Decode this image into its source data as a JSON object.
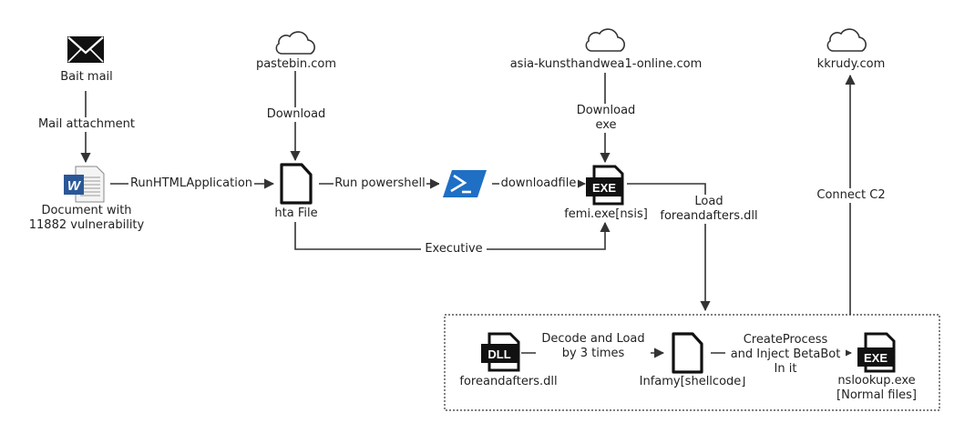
{
  "nodes": {
    "bait_mail": "Bait mail",
    "document": "Document with\n11882 vulnerability",
    "pastebin": "pastebin.com",
    "hta_file": "hta File",
    "asia_domain": "asia-kunsthandwea1-online.com",
    "femi": "femi.exe[nsis]",
    "kkrudy": "kkrudy.com",
    "foreandafters": "foreandafters.dll",
    "infamy": "Infamy[shellcode]",
    "nslookup": "nslookup.exe\n[Normal files]"
  },
  "edges": {
    "mail_attachment": "Mail attachment",
    "run_html_app": "RunHTMLApplication",
    "download_pastebin": "Download",
    "run_powershell": "Run powershell",
    "downloadfile": "downloadfile",
    "download_exe": "Download\nexe",
    "executive": "Executive",
    "load_dll": "Load\nforeandafters.dll",
    "connect_c2": "Connect C2",
    "decode_load": "Decode and Load\nby 3 times",
    "create_process": "CreateProcess\nand Inject BetaBot\nIn it"
  },
  "icons": {
    "mail": "envelope-icon",
    "cloud": "cloud-icon",
    "word": "word-document-icon",
    "file": "file-icon",
    "powershell": "powershell-icon",
    "exe": "exe-file-icon",
    "dll": "dll-file-icon"
  },
  "icon_text": {
    "exe": "EXE",
    "dll": "DLL",
    "word": "W"
  },
  "colors": {
    "line": "#333333",
    "powershell_blue": "#1f6fc5",
    "word_blue": "#2b5797"
  }
}
